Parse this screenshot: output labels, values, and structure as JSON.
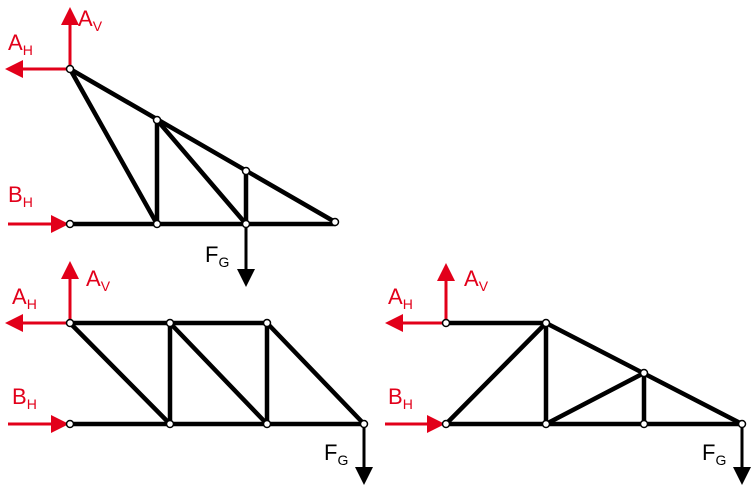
{
  "labels": {
    "a_main": "A",
    "h_sub": "H",
    "v_sub": "V",
    "b_main": "B",
    "f_main": "F",
    "g_sub": "G"
  },
  "colors": {
    "reaction": "#e2001a",
    "load": "#000000",
    "member": "#000000"
  }
}
